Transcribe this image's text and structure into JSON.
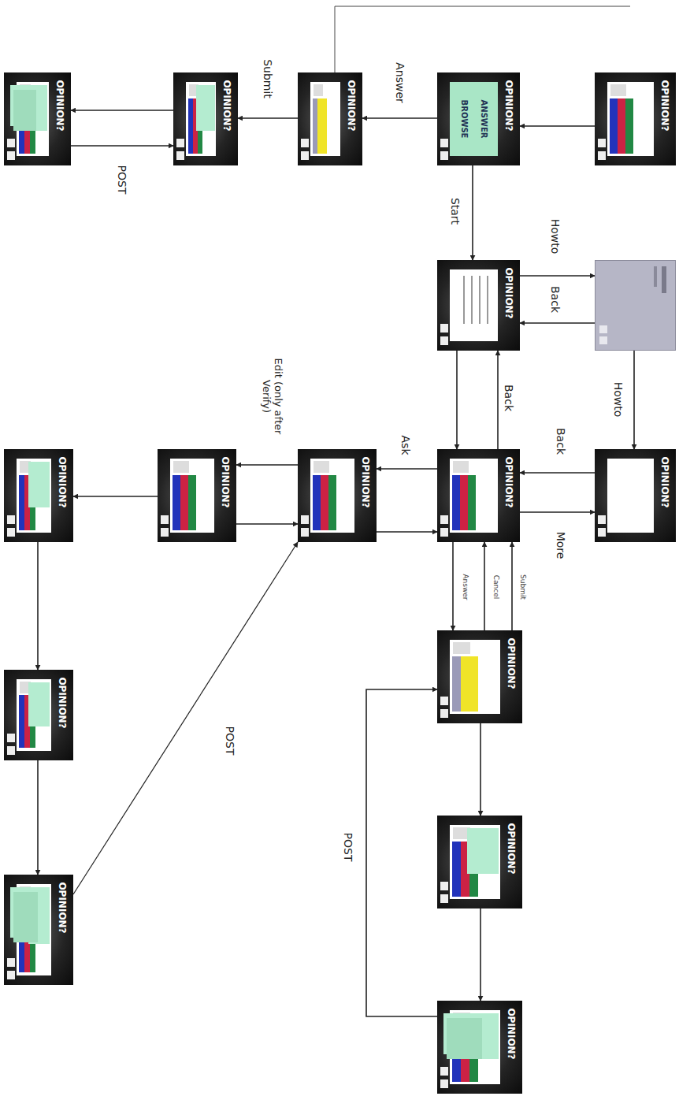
{
  "diagram": {
    "nodes": [
      {
        "text": [
          "OPINION?"
        ]
      },
      {
        "text": [
          "OPINION?",
          "ANSWER",
          "BROWSE"
        ]
      },
      {
        "text": [
          "OPINION?"
        ]
      },
      {
        "text": [
          "OPINION?"
        ]
      },
      {
        "text": [
          "OPINION?"
        ]
      },
      {
        "text": [
          "OPINION?"
        ]
      },
      {
        "text": []
      },
      {
        "text": [
          "OPINION?"
        ]
      },
      {
        "text": [
          "OPINION?"
        ]
      },
      {
        "text": [
          "OPINION?"
        ]
      },
      {
        "text": [
          "OPINION?"
        ]
      },
      {
        "text": [
          "OPINION?"
        ]
      },
      {
        "text": [
          "OPINION?"
        ]
      },
      {
        "text": [
          "OPINION?"
        ]
      },
      {
        "text": [
          "OPINION?"
        ]
      },
      {
        "text": [
          "OPINION?"
        ]
      },
      {
        "text": [
          "OPINION?"
        ]
      }
    ],
    "edges": [
      {
        "from": 0,
        "to": 1,
        "arrow": "to"
      },
      {
        "from": 1,
        "to": 2,
        "label": "Answer",
        "arrow": "to"
      },
      {
        "from": 2,
        "to": 3,
        "label": "Submit",
        "arrow": "to"
      },
      {
        "from": 3,
        "to": 4,
        "arrow": "to"
      },
      {
        "from": 4,
        "to": 3,
        "label": "POST",
        "arrow": "to"
      },
      {
        "from": 1,
        "to": 5,
        "label": "Start",
        "arrow": "to"
      },
      {
        "from": 5,
        "to": 6,
        "label": "Howto",
        "arrow": "to"
      },
      {
        "from": 6,
        "to": 5,
        "label": "Back",
        "arrow": "to"
      },
      {
        "from": 6,
        "to": 7,
        "label": "Howto",
        "arrow": "to"
      },
      {
        "from": 7,
        "to": 8,
        "label": "Back",
        "arrow": "to"
      },
      {
        "from": 8,
        "to": 7,
        "label": "More",
        "arrow": "to"
      },
      {
        "from": 8,
        "to": 5,
        "label": "Back",
        "arrow": "to"
      },
      {
        "from": 5,
        "to": 8,
        "arrow": "to"
      },
      {
        "from": 8,
        "to": 9,
        "label": "Ask",
        "arrow": "to"
      },
      {
        "from": 9,
        "to": 8,
        "arrow": "to"
      },
      {
        "from": 9,
        "to": 10,
        "label": "Edit (only after Verify)",
        "arrow": "to"
      },
      {
        "from": 10,
        "to": 9,
        "arrow": "to"
      },
      {
        "from": 10,
        "to": 11,
        "arrow": "to"
      },
      {
        "from": 11,
        "to": 12,
        "arrow": "to"
      },
      {
        "from": 12,
        "to": 13,
        "arrow": "to"
      },
      {
        "from": 13,
        "to": 9,
        "label": "POST",
        "arrow": "to"
      },
      {
        "from": 8,
        "to": 14,
        "label": "Answer",
        "arrow": "to"
      },
      {
        "from": 14,
        "to": 8,
        "label": "Cancel",
        "arrow": "to"
      },
      {
        "from": 14,
        "to": 8,
        "label": "Submit",
        "arrow": "to"
      },
      {
        "from": 14,
        "to": 15,
        "arrow": "to"
      },
      {
        "from": 15,
        "to": 16,
        "arrow": "to"
      },
      {
        "from": 16,
        "to": 14,
        "label": "POST",
        "arrow": "to"
      }
    ]
  }
}
